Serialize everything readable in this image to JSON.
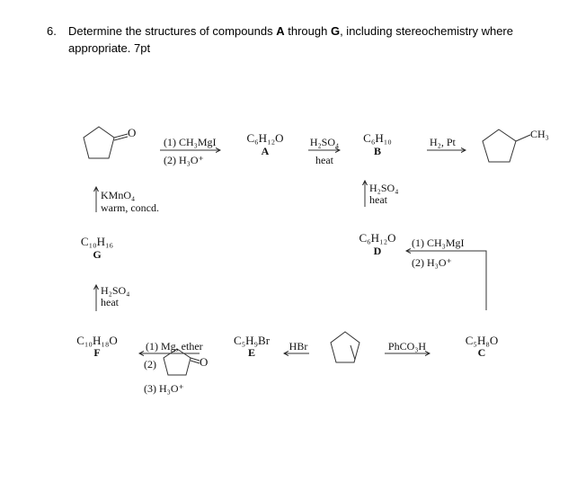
{
  "question": {
    "number": "6.",
    "line1_pre": "Determine the structures of compounds ",
    "A": "A",
    "mid": " through ",
    "G": "G",
    "line1_post": ", including stereochemistry where",
    "line2": "appropriate. 7pt"
  },
  "scheme": {
    "oxygen": "O",
    "methyl": "CH₃",
    "r1_step1": "(1) CH₃MgI",
    "r1_step2": "(2) H₃O⁺",
    "A_formula": "C₆H₁₂O",
    "A_label": "A",
    "r2_top": "H₂SO₄",
    "r2_bottom": "heat",
    "B_formula": "C₆H₁₀",
    "B_label": "B",
    "r3": "H₂, Pt",
    "kmno4": "KMnO₄",
    "kmno4_cond": "warm, concd.",
    "b_up_top": "H₂SO₄",
    "b_up_bottom": "heat",
    "G_formula": "C₁₀H₁₆",
    "G_label": "G",
    "D_formula": "C₆H₁₂O",
    "D_label": "D",
    "d_step1": "(1) CH₃MgI",
    "d_step2": "(2) H₃O⁺",
    "g_up_top": "H₂SO₄",
    "g_up_bottom": "heat",
    "F_formula": "C₁₀H₁₈O",
    "F_label": "F",
    "f_step1": "(1) Mg, ether",
    "f_step2": "(2)",
    "f_step3": "(3) H₃O⁺",
    "E_formula": "C₅H₉Br",
    "E_label": "E",
    "hbr": "HBr",
    "peracid": "PhCO₃H",
    "C_formula": "C₅H₈O",
    "C_label": "C"
  }
}
